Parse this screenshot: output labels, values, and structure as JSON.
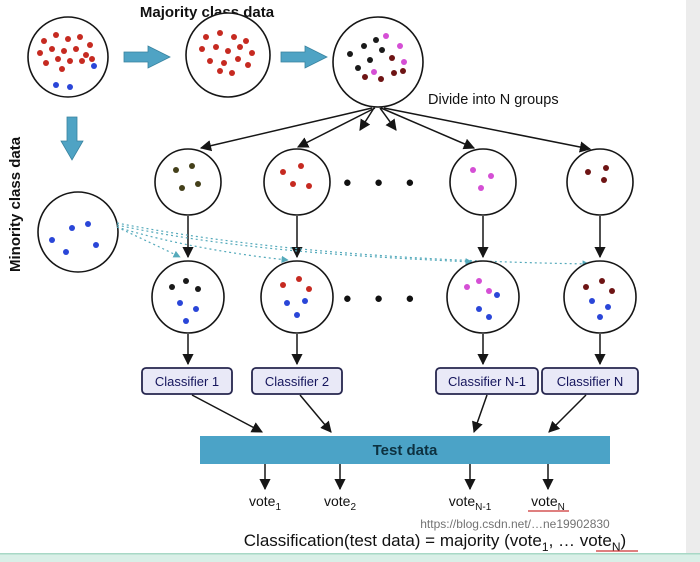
{
  "diagram": {
    "labels": {
      "majority": "Majority class data",
      "minority": "Minority class data",
      "divide": "Divide into N groups",
      "ellipsis": "● ● ●",
      "test_data": "Test data"
    },
    "classifiers": [
      {
        "label": "Classifier 1"
      },
      {
        "label": "Classifier 2"
      },
      {
        "label": "Classifier N-1"
      },
      {
        "label": "Classifier N"
      }
    ],
    "votes": [
      {
        "base": "vote",
        "sub": "1"
      },
      {
        "base": "vote",
        "sub": "2"
      },
      {
        "base": "vote",
        "sub": "N-1"
      },
      {
        "base": "vote",
        "sub": "N"
      }
    ],
    "formula": {
      "part1": "Classification(test data) = majority (vote",
      "sub1": "1",
      "part2": ", … vote",
      "sub2": "N",
      "part3": ")"
    },
    "watermark": "https://blog.csdn.net/…ne19902830",
    "colors": {
      "majority_dot": "#c62a21",
      "minority_dot": "#2a46d8",
      "black_dot": "#1a1a1a",
      "magenta_dot": "#d54fd5",
      "darkred_dot": "#6e1414",
      "olive_dot": "#44401a",
      "flow_arrow": "#4fa3c4",
      "resample_line": "#55aabb",
      "classifier_fill": "#e9e9f7",
      "test_bar": "#4ba3c7",
      "underline": "#cc3333",
      "watermark": "#8fb3f0",
      "footer_strip": "#d9efe7"
    }
  }
}
